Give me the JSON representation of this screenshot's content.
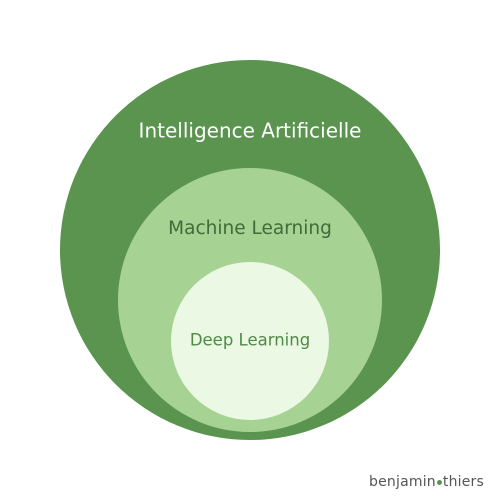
{
  "diagram": {
    "outer_label": "Intelligence Artificielle",
    "middle_label": "Machine Learning",
    "inner_label": "Deep Learning"
  },
  "colors": {
    "outer": "#5a944f",
    "middle": "#a6d293",
    "inner": "#eaf8e4",
    "accent_dot": "#5a944f"
  },
  "watermark": {
    "first": "benjamin",
    "second": "thiers"
  }
}
